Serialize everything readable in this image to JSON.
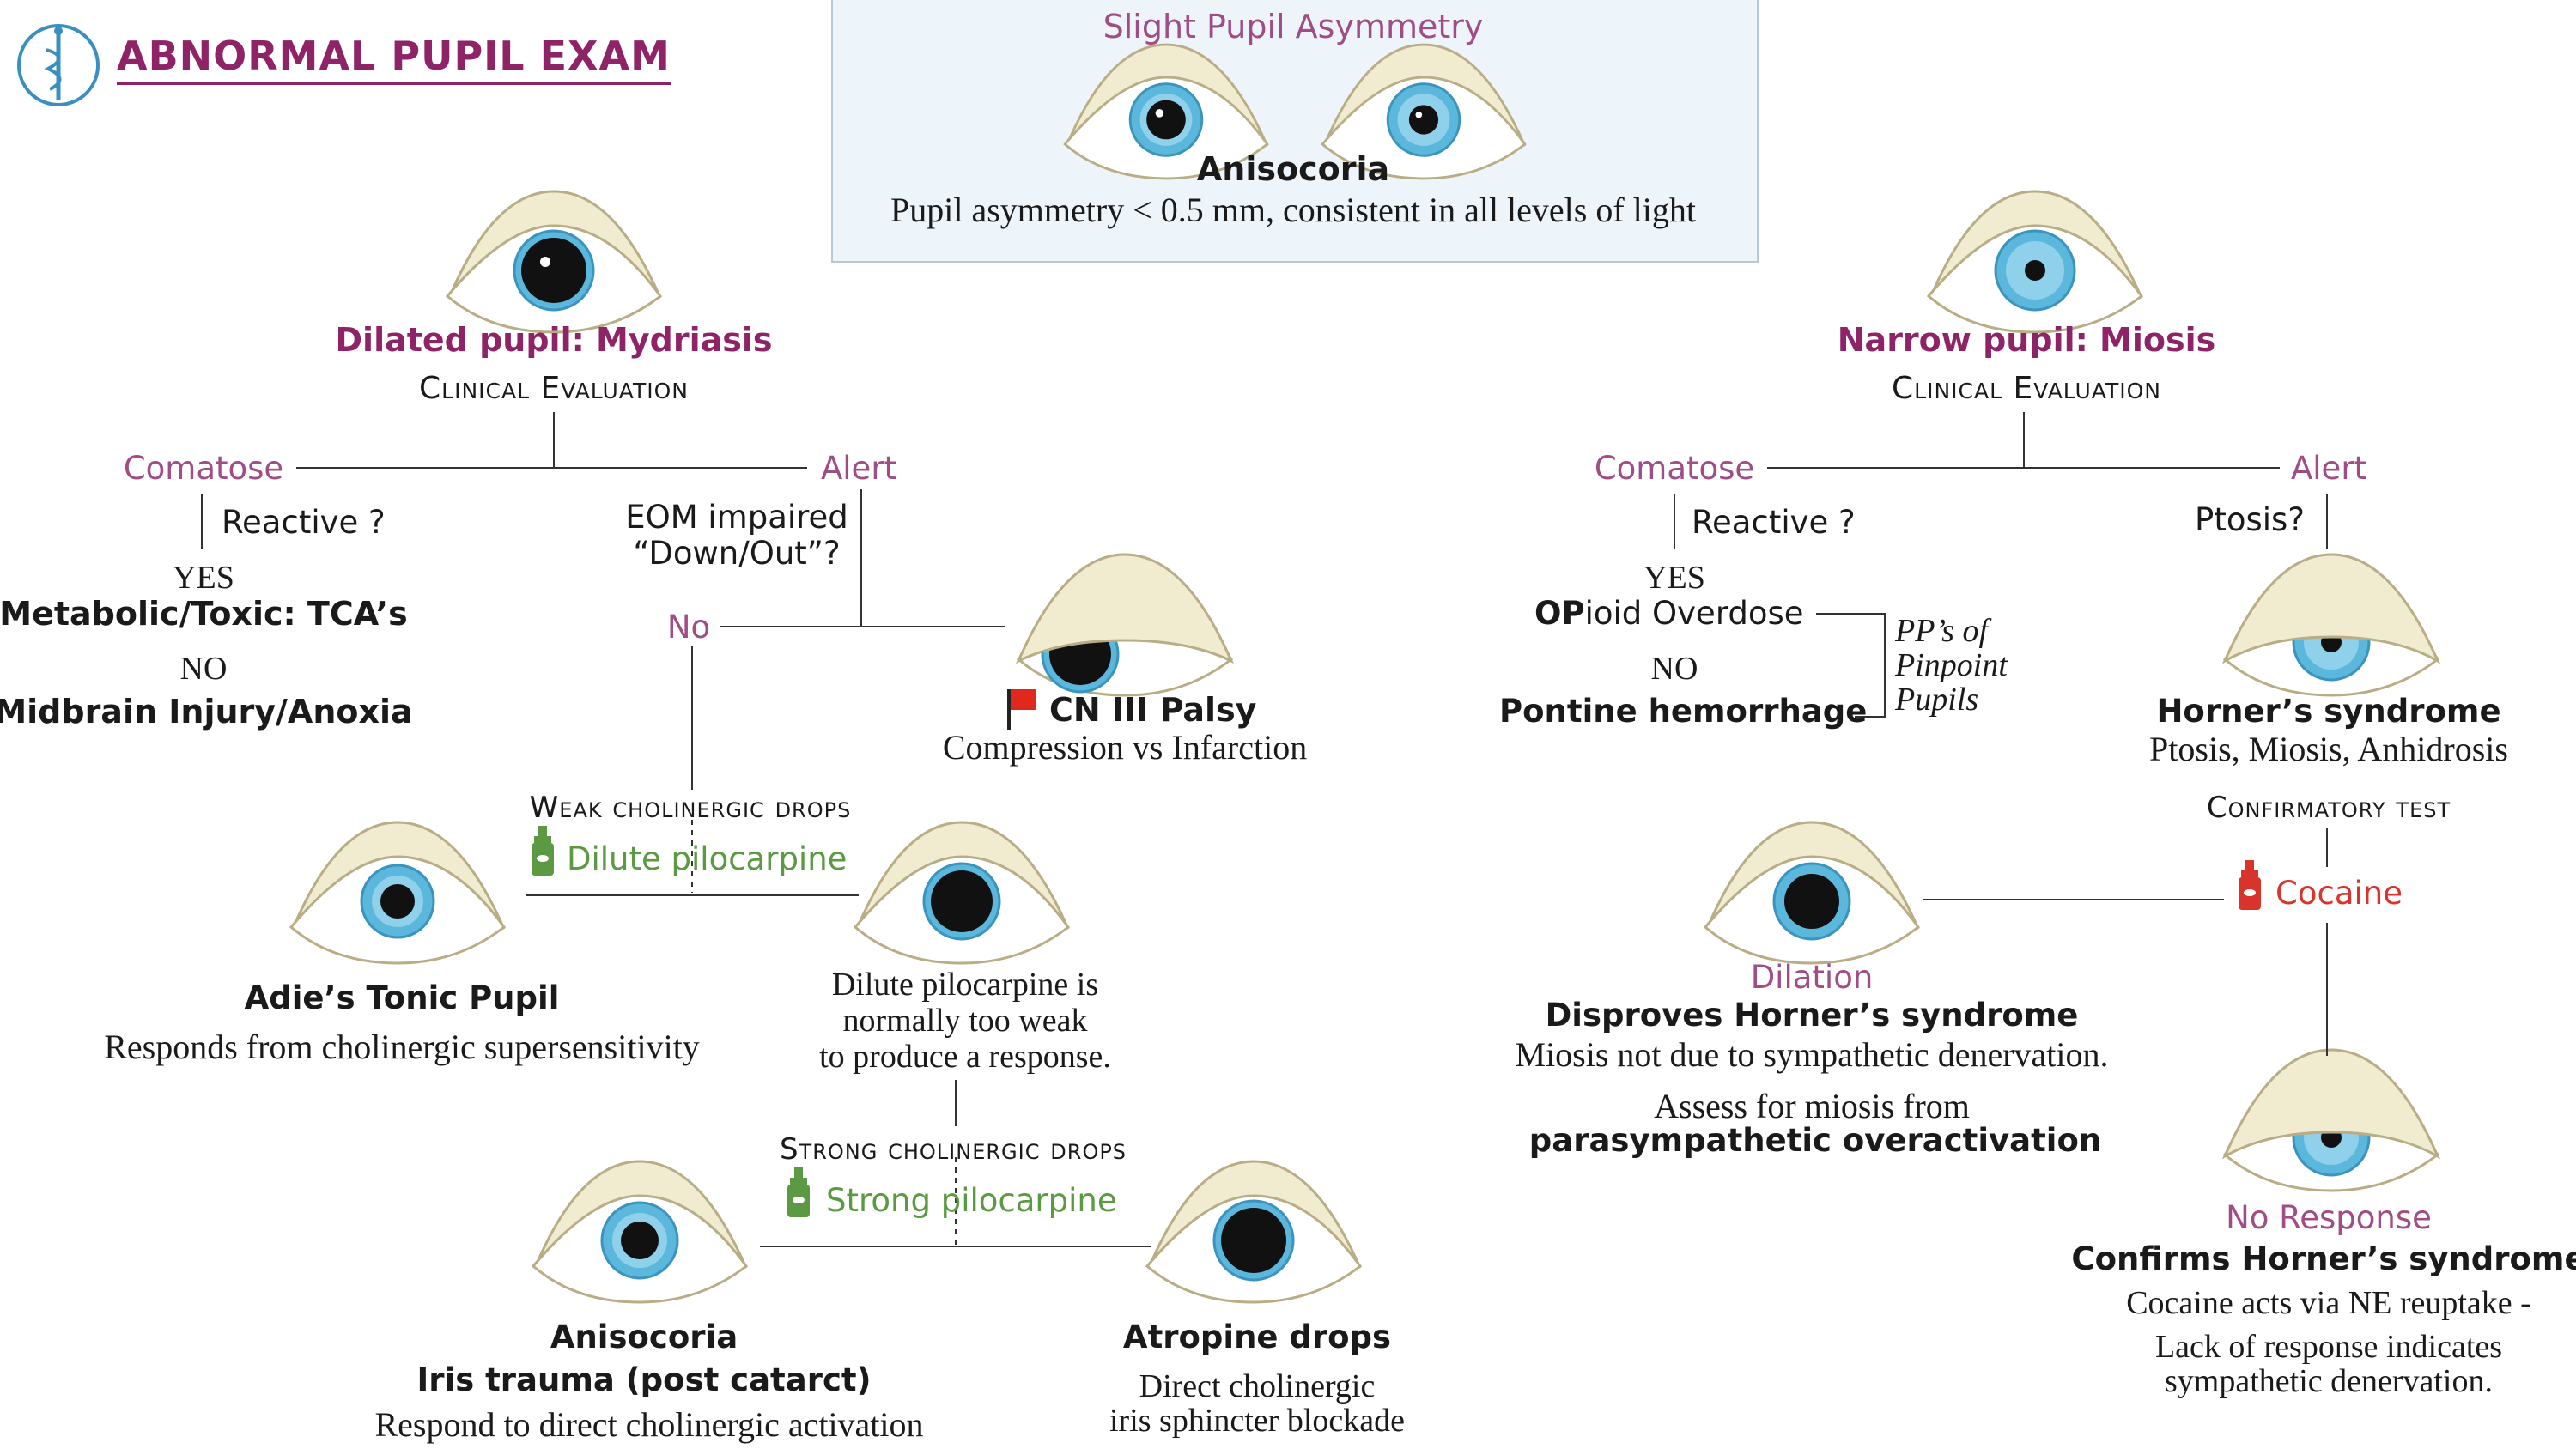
{
  "header": {
    "title": "ABNORMAL PUPIL EXAM"
  },
  "top": {
    "heading": "Slight Pupil Asymmetry",
    "name": "Anisocoria",
    "desc": "Pupil asymmetry < 0.5 mm, consistent in all levels of light"
  },
  "left": {
    "heading": "Dilated pupil: Mydriasis",
    "sub": "Clinical Evaluation",
    "comatose": "Comatose",
    "alert": "Alert",
    "reactive": "Reactive ?",
    "yes": "YES",
    "yes_result": "Metabolic/Toxic: TCA’s",
    "no": "NO",
    "no_result": "Midbrain Injury/Anoxia",
    "eom_line1": "EOM impaired",
    "eom_line2": "“Down/Out”?",
    "no2": "No",
    "cn3": "CN III Palsy",
    "cn3_desc": "Compression vs Infarction",
    "weak": "Weak cholinergic drops",
    "dilute": "Dilute pilocarpine",
    "adie": "Adie’s Tonic Pupil",
    "adie_desc": "Responds from cholinergic supersensitivity",
    "dilute_note1": "Dilute pilocarpine is",
    "dilute_note2": "normally too weak",
    "dilute_note3": "to produce a response.",
    "strong": "Strong cholinergic drops",
    "strong_pilo": "Strong pilocarpine",
    "aniso": "Anisocoria",
    "iris": "Iris trauma (post catarct)",
    "iris_desc": "Respond to direct cholinergic activation",
    "atropine": "Atropine drops",
    "atropine_desc1": "Direct cholinergic",
    "atropine_desc2": "iris sphincter blockade"
  },
  "right": {
    "heading": "Narrow pupil: Miosis",
    "sub": "Clinical Evaluation",
    "comatose": "Comatose",
    "alert": "Alert",
    "reactive": "Reactive ?",
    "ptosis": "Ptosis?",
    "yes": "YES",
    "opioid_o": "O",
    "opioid_p": "P",
    "opioid_rest": "ioid Overdose",
    "no": "NO",
    "pontine_p": "P",
    "pontine_rest": "ontine hemorrhage",
    "pp1": "PP’s of",
    "pp2": "Pinpoint",
    "pp3": "Pupils",
    "horner": "Horner’s syndrome",
    "horner_desc": "Ptosis, Miosis, Anhidrosis",
    "confirm": "Confirmatory test",
    "cocaine": "Cocaine",
    "dilation": "Dilation",
    "disproves": "Disproves Horner’s syndrome",
    "disproves_desc": "Miosis not due to sympathetic denervation.",
    "assess1": "Assess for miosis from",
    "assess2": "parasympathetic overactivation",
    "noresp": "No Response",
    "confirms": "Confirms Horner’s syndrome",
    "confirms1": "Cocaine acts via NE reuptake -",
    "confirms2": "Lack of response indicates",
    "confirms3": "sympathetic denervation."
  },
  "colors": {
    "purple": "#8e2467",
    "mauve": "#a04d86",
    "green": "#5b9a42",
    "red": "#d9342b",
    "iris": "#5bb8dc"
  }
}
